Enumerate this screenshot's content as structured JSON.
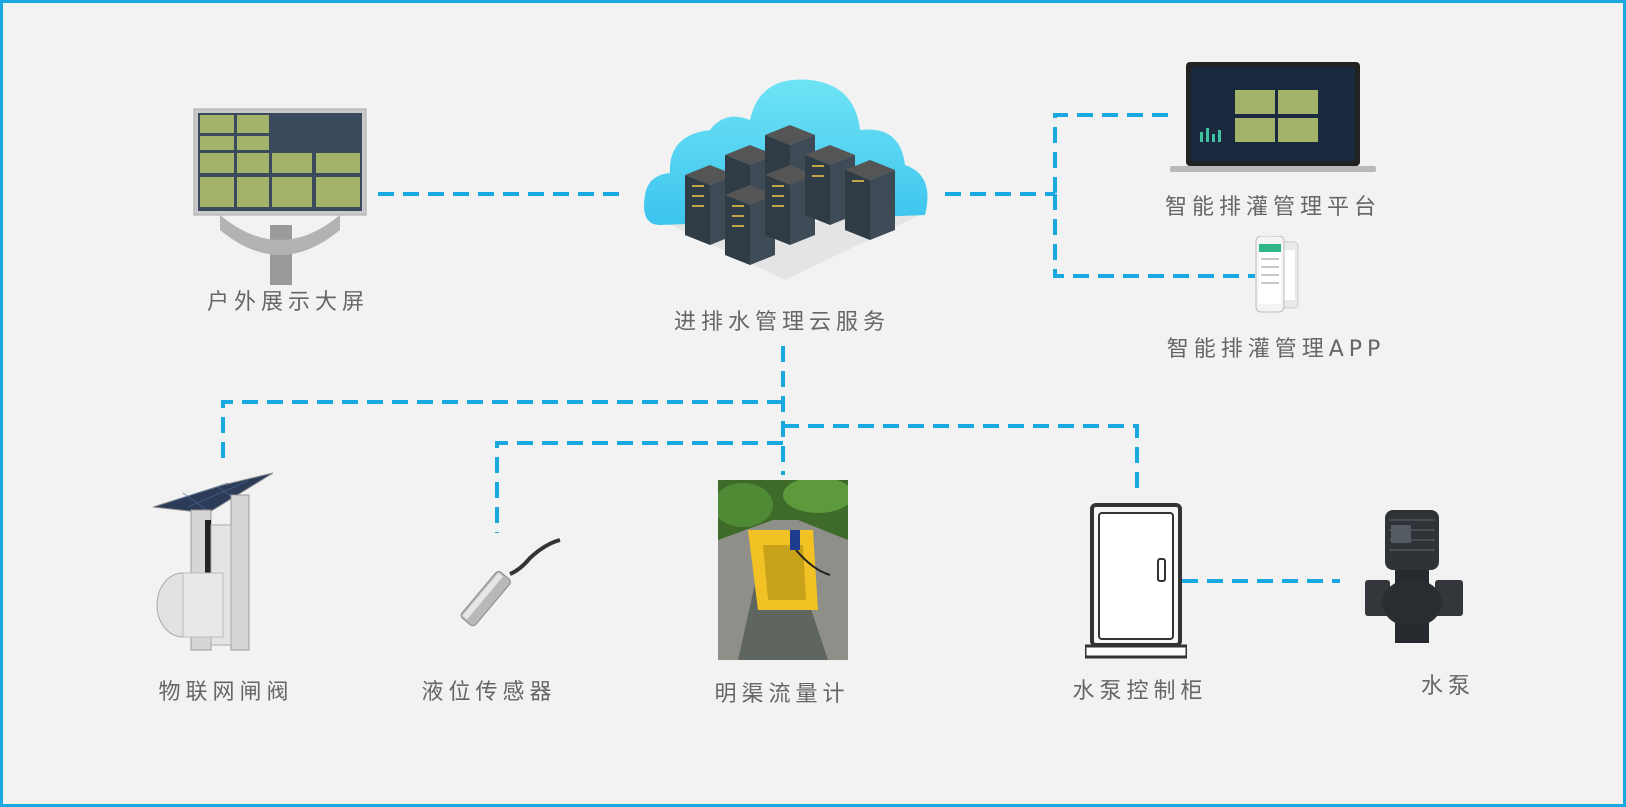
{
  "nodes": {
    "cloud": {
      "label": "进排水管理云服务",
      "icon": "server-cloud-icon"
    },
    "outdoor_screen": {
      "label": "户外展示大屏",
      "icon": "billboard-screen-icon"
    },
    "platform": {
      "label": "智能排灌管理平台",
      "icon": "laptop-icon"
    },
    "app": {
      "label": "智能排灌管理APP",
      "icon": "smartphone-icon"
    },
    "gate_valve": {
      "label": "物联网闸阀",
      "icon": "solar-gate-valve-icon"
    },
    "level_sensor": {
      "label": "液位传感器",
      "icon": "level-sensor-probe-icon"
    },
    "flow_meter": {
      "label": "明渠流量计",
      "icon": "channel-flowmeter-photo"
    },
    "pump_cabinet": {
      "label": "水泵控制柜",
      "icon": "control-cabinet-icon"
    },
    "pump": {
      "label": "水泵",
      "icon": "water-pump-icon"
    }
  },
  "colors": {
    "line": "#19a8e0",
    "frame": "#19a8e0",
    "label": "#666666",
    "background": "#f2f2f2"
  }
}
